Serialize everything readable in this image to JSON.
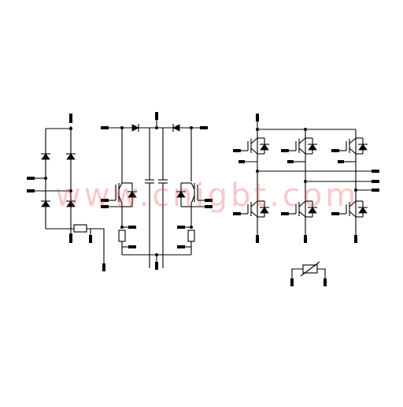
{
  "diagram": {
    "type": "power-module-circuit-schematic",
    "blocks": [
      {
        "name": "input-rectifier-bridge",
        "diode_count": 4
      },
      {
        "name": "boost-pfc-stage",
        "igbt_count": 2,
        "diode_count": 2,
        "capacitor_count": 2,
        "resistor_count": 2
      },
      {
        "name": "three-phase-inverter",
        "igbt_count": 6
      },
      {
        "name": "ntc-thermistor",
        "count": 1
      }
    ],
    "colors": {
      "wire": "#000000",
      "background": "#ffffff",
      "watermark": "#e63c3c"
    }
  },
  "watermark": {
    "text": "www.cnigbt.com"
  }
}
